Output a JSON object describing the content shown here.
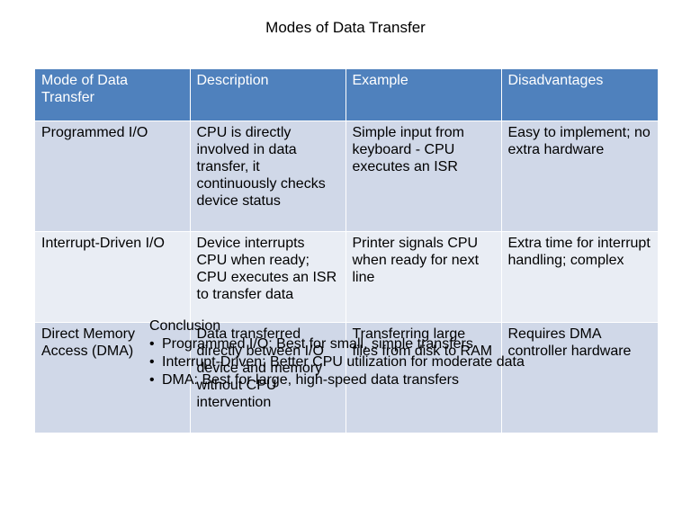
{
  "slide": {
    "title": "Modes of Data Transfer"
  },
  "table": {
    "headers": [
      "Mode of Data Transfer",
      "Description",
      "Example",
      "Disadvantages"
    ],
    "rows": [
      [
        "Programmed I/O",
        "CPU is directly involved in data transfer, it continuously checks device status",
        "Simple input from keyboard - CPU executes an ISR",
        "Easy to implement; no extra hardware"
      ],
      [
        "Interrupt-Driven I/O",
        "Device interrupts CPU when ready; CPU executes an ISR to transfer data",
        "Printer signals CPU when ready for next line",
        "Extra time for interrupt handling; complex"
      ],
      [
        "Direct Memory Access (DMA)",
        "Data transferred directly between I/O device and memory without CPU intervention",
        "Transferring large files from disk to RAM",
        "Requires DMA controller hardware"
      ]
    ],
    "colors": {
      "header_bg": "#4f81bd",
      "row_odd_bg": "#d0d8e8",
      "row_even_bg": "#e9edf4"
    }
  },
  "conclusion": {
    "heading": "Conclusion",
    "bullets": [
      "Programmed I/O: Best for small, simple transfers",
      "Interrupt-Driven: Better CPU utilization for moderate data",
      "DMA: Best for large, high-speed data transfers"
    ]
  }
}
